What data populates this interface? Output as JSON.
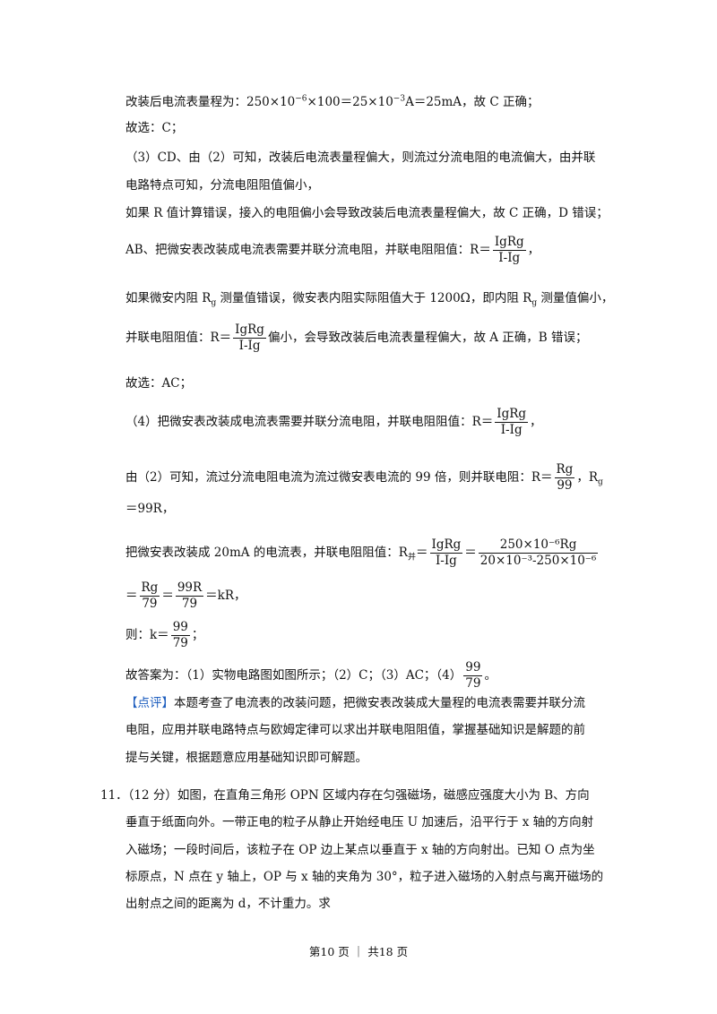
{
  "l1": {
    "a": "改装后电流表量程为：250×10",
    "e1": "−6",
    "b": "×100＝25×10",
    "e2": "−3",
    "c": "A＝25mA，故 C 正确；"
  },
  "l2": "故选：C；",
  "l3": "（3）CD、由（2）可知，改装后电流表量程偏大，则流过分流电阻的电流偏大，由并联",
  "l4": "电路特点可知，分流电阻阻值偏小，",
  "l5": "如果 R 值计算错误，接入的电阻偏小会导致改装后电流表量程偏大，故 C 正确，D 错误；",
  "l6": {
    "a": "AB、把微安表改装成电流表需要并联分流电阻，并联电阻阻值：R＝",
    "num": "IgRg",
    "den": "I-Ig",
    "c": "，"
  },
  "l7": {
    "a": "如果微安内阻 R",
    "s1": "g",
    "b": " 测量值错误，微安表内阻实际阻值大于 1200Ω，即内阻 R",
    "s2": "g",
    "c": " 测量值偏小，"
  },
  "l8": {
    "a": "并联电阻阻值：R＝",
    "num": "IgRg",
    "den": "I-Ig",
    "c": "偏小，会导致改装后电流表量程偏大，故 A 正确，B 错误；"
  },
  "l9": "故选：AC；",
  "l10": {
    "a": "（4）把微安表改装成电流表需要并联分流电阻，并联电阻阻值：R＝",
    "num": "IgRg",
    "den": "I-Ig",
    "c": "，"
  },
  "l11": {
    "a": "由（2）可知，流过分流电阻电流为流过微安表电流的 99 倍，则并联电阻：R＝",
    "num": "Rg",
    "den": "99",
    "c": "，R",
    "s": "g"
  },
  "l12": "＝99R，",
  "l13": {
    "a": "把微安表改装成 20mA 的电流表，并联电阻阻值：R",
    "s": "并",
    "b": "＝",
    "n1": "IgRg",
    "d1": "I-Ig",
    "eq": "＝",
    "n2": "250×10⁻⁶Rg",
    "d2": "20×10⁻³-250×10⁻⁶"
  },
  "l14": {
    "a": "＝",
    "n1": "Rg",
    "d1": "79",
    "eq": "＝",
    "n2": "99R",
    "d2": "79",
    "c": "＝kR，"
  },
  "l15": {
    "a": "则：k＝",
    "num": "99",
    "den": "79",
    "c": "；"
  },
  "l16": {
    "a": "故答案为：（1）实物电路图如图所示；（2）C；（3）AC；（4）",
    "num": "99",
    "den": "79",
    "c": "。"
  },
  "l17": {
    "tag": "【点评】",
    "text": "本题考查了电流表的改装问题，把微安表改装成大量程的电流表需要并联分流"
  },
  "l18": "电阻，应用并联电路特点与欧姆定律可以求出并联电阻阻值，掌握基础知识是解题的前",
  "l19": "提与关键，根据题意应用基础知识即可解题。",
  "l20": "11．（12 分）如图，在直角三角形 OPN 区域内存在匀强磁场，磁感应强度大小为 B、方向",
  "l21": "垂直于纸面向外。一带正电的粒子从静止开始经电压 U 加速后，沿平行于 x 轴的方向射",
  "l22": "入磁场；一段时间后，该粒子在 OP 边上某点以垂直于 x 轴的方向射出。已知 O 点为坐",
  "l23": "标原点，N 点在 y 轴上，OP 与 x 轴的夹角为 30°，粒子进入磁场的入射点与离开磁场的",
  "l24": "出射点之间的距离为 d，不计重力。求",
  "footer": "第10 页 ｜ 共18 页"
}
